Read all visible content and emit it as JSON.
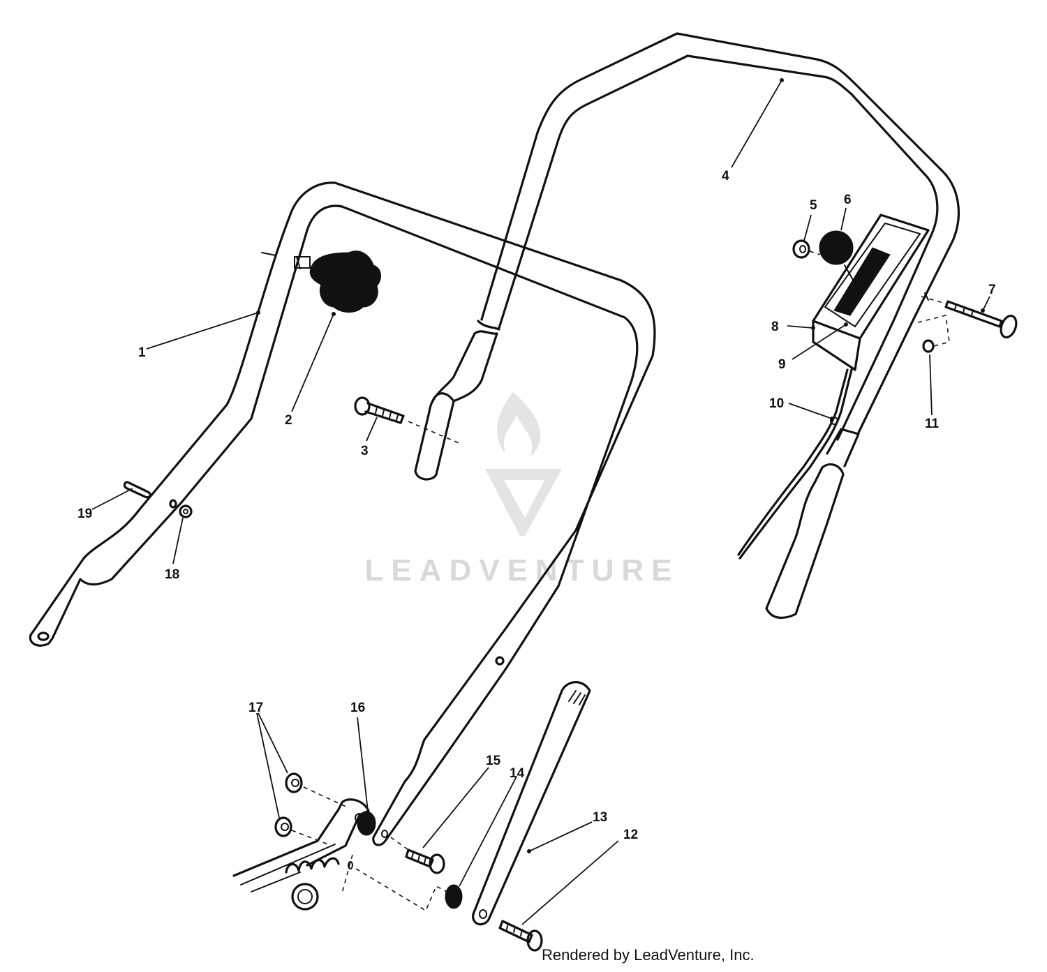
{
  "watermark": {
    "text": "LEADVENTURE"
  },
  "credit": "Rendered by LeadVenture, Inc.",
  "callouts": [
    "1",
    "2",
    "3",
    "4",
    "5",
    "6",
    "7",
    "8",
    "9",
    "10",
    "11",
    "12",
    "13",
    "14",
    "15",
    "16",
    "17",
    "18",
    "19"
  ],
  "colors": {
    "line": "#111111",
    "watermark": "#d9d9d9",
    "background": "#ffffff"
  }
}
